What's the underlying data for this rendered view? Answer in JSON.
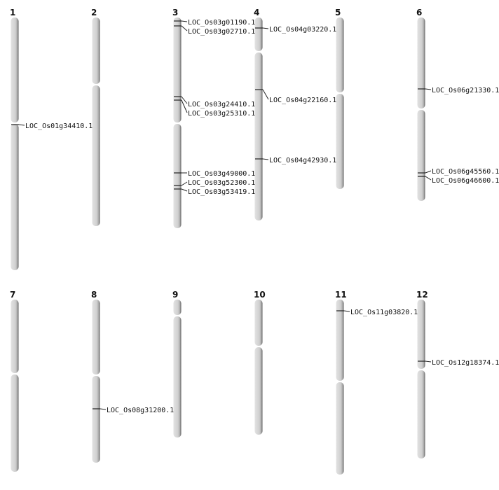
{
  "chromosomes": [
    {
      "name": "1",
      "genes": [
        "LOC_Os01g34410.1"
      ]
    },
    {
      "name": "2",
      "genes": []
    },
    {
      "name": "3",
      "genes": [
        "LOC_Os03g01190.1",
        "LOC_Os03g02710.1",
        "LOC_Os03g24410.1",
        "LOC_Os03g25310.1",
        "LOC_Os03g49000.1",
        "LOC_Os03g52300.1",
        "LOC_Os03g53419.1"
      ]
    },
    {
      "name": "4",
      "genes": [
        "LOC_Os04g03220.1",
        "LOC_Os04g22160.1",
        "LOC_Os04g42930.1"
      ]
    },
    {
      "name": "5",
      "genes": []
    },
    {
      "name": "6",
      "genes": [
        "LOC_Os06g21330.1",
        "LOC_Os06g45560.1",
        "LOC_Os06g46600.1"
      ]
    },
    {
      "name": "7",
      "genes": []
    },
    {
      "name": "8",
      "genes": [
        "LOC_Os08g31200.1"
      ]
    },
    {
      "name": "9",
      "genes": []
    },
    {
      "name": "10",
      "genes": []
    },
    {
      "name": "11",
      "genes": [
        "LOC_Os11g03820.1"
      ]
    },
    {
      "name": "12",
      "genes": [
        "LOC_Os12g18374.1"
      ]
    }
  ],
  "colors": {
    "chromosome": "#d4d4d4",
    "edge": "#6e6e6e",
    "marker": "#111111"
  }
}
